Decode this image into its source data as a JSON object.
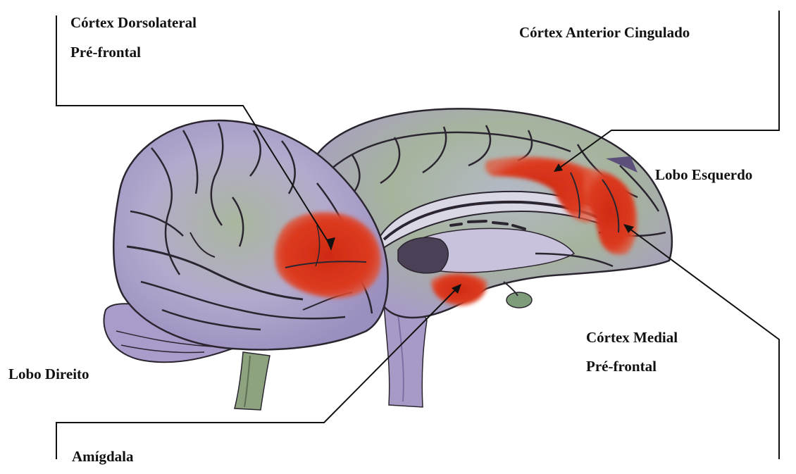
{
  "labels": {
    "dlpfc_line1": "Córtex Dorsolateral",
    "dlpfc_line2": "Pré-frontal",
    "acc": "Córtex Anterior Cingulado",
    "left_lobe": "Lobo Esquerdo",
    "mpfc_line1": "Córtex Medial",
    "mpfc_line2": "Pré-frontal",
    "right_lobe": "Lobo Direito",
    "amygdala": "Amígdala"
  },
  "colors": {
    "brain_lavender": "#b7abd1",
    "brain_green": "#8fa887",
    "highlight_red": "#d8371c",
    "sulcus": "#2b2530",
    "leader_line": "#111111"
  }
}
